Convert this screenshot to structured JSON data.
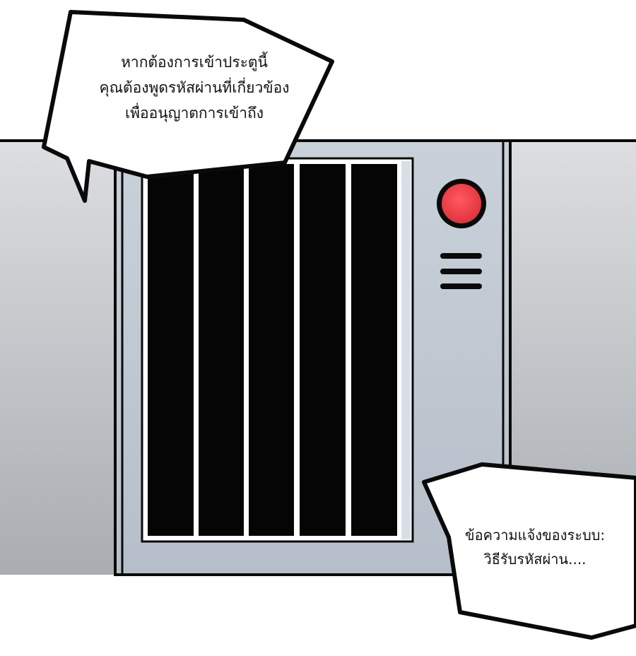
{
  "panel": {
    "colors": {
      "wall_top": "#d8dadd",
      "wall_bottom": "#aeb2b6",
      "door_frame": "#c3cbd4",
      "bars": "#050505",
      "button_red": "#e8434c",
      "outline": "#0a0a0a"
    },
    "icons": {
      "alarm": "red-alarm-button-icon",
      "vent": "three-line-vent-icon"
    }
  },
  "speech_bubbles": [
    {
      "lines": [
        "หากต้องการเข้าประตูนี้",
        "คุณต้องพูดรหัสผ่านที่เกี่ยวข้อง",
        "เพื่ออนุญาตการเข้าถึง"
      ]
    },
    {
      "lines": [
        "ข้อความแจ้งของระบบ:",
        "วิธีรับรหัสผ่าน...."
      ]
    }
  ]
}
